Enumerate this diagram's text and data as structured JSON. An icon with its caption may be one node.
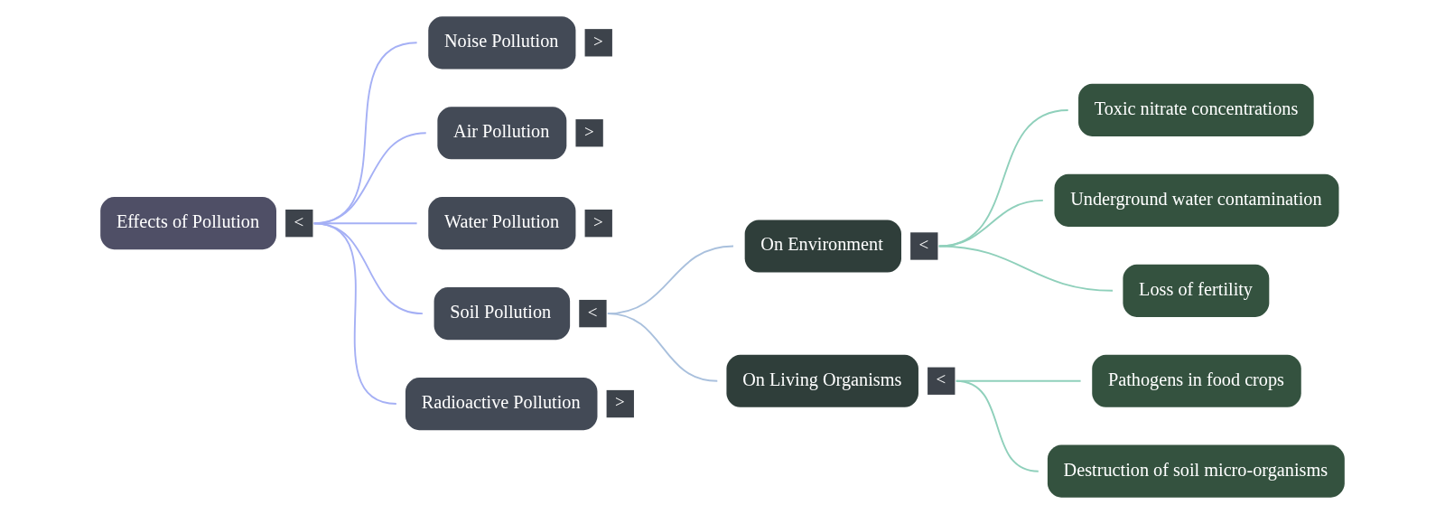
{
  "diagram": {
    "nodes": [
      {
        "text": [
          "Effects of Pollution"
        ],
        "beside": [
          "<"
        ]
      },
      {
        "text": [
          "Noise Pollution"
        ],
        "beside": [
          ">"
        ]
      },
      {
        "text": [
          "Air Pollution"
        ],
        "beside": [
          ">"
        ]
      },
      {
        "text": [
          "Water Pollution"
        ],
        "beside": [
          ">"
        ]
      },
      {
        "text": [
          "Soil Pollution"
        ],
        "beside": [
          "<"
        ]
      },
      {
        "text": [
          "Radioactive Pollution"
        ],
        "beside": [
          ">"
        ]
      },
      {
        "text": [
          "On Environment"
        ],
        "beside": [
          "<"
        ]
      },
      {
        "text": [
          "On Living Organisms"
        ],
        "beside": [
          "<"
        ]
      },
      {
        "text": [
          "Toxic nitrate concentrations"
        ]
      },
      {
        "text": [
          "Underground water contamination"
        ]
      },
      {
        "text": [
          "Loss of fertility"
        ]
      },
      {
        "text": [
          "Pathogens in food crops"
        ]
      },
      {
        "text": [
          "Destruction of soil micro-organisms"
        ]
      }
    ],
    "edges": [
      {
        "from": 0,
        "to": 1,
        "arrow": "none"
      },
      {
        "from": 0,
        "to": 2,
        "arrow": "none"
      },
      {
        "from": 0,
        "to": 3,
        "arrow": "none"
      },
      {
        "from": 0,
        "to": 4,
        "arrow": "none"
      },
      {
        "from": 0,
        "to": 5,
        "arrow": "none"
      },
      {
        "from": 4,
        "to": 6,
        "arrow": "none",
        "color": "#a9c0dd"
      },
      {
        "from": 4,
        "to": 7,
        "arrow": "none",
        "color": "#a9c0dd"
      },
      {
        "from": 6,
        "to": 8,
        "arrow": "none",
        "color": "#8fd0bb"
      },
      {
        "from": 6,
        "to": 9,
        "arrow": "none",
        "color": "#8fd0bb"
      },
      {
        "from": 6,
        "to": 10,
        "arrow": "none",
        "color": "#8fd0bb"
      },
      {
        "from": 7,
        "to": 11,
        "arrow": "none",
        "color": "#8fd0bb"
      },
      {
        "from": 7,
        "to": 12,
        "arrow": "none",
        "color": "#8fd0bb"
      }
    ]
  }
}
